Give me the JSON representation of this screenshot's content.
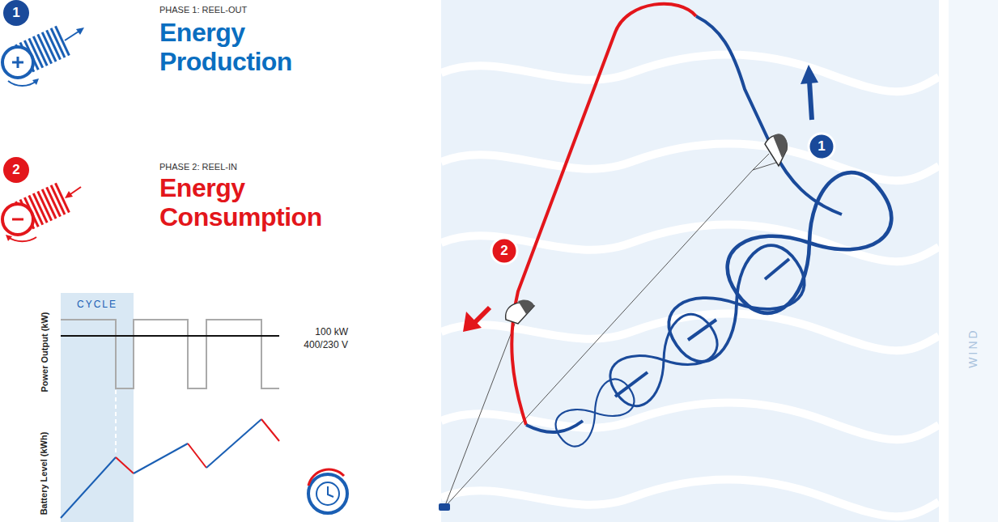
{
  "diagram": {
    "labels": [
      "1",
      "PHASE 1: REEL-OUT",
      "Energy Production",
      "2",
      "PHASE 2: REEL-IN",
      "Energy Consumption",
      "CYCLE",
      "Power Output (kW)",
      "100 kW 400/230 V",
      "Battery Level (kWh)",
      "1",
      "2",
      "WIND"
    ]
  }
}
